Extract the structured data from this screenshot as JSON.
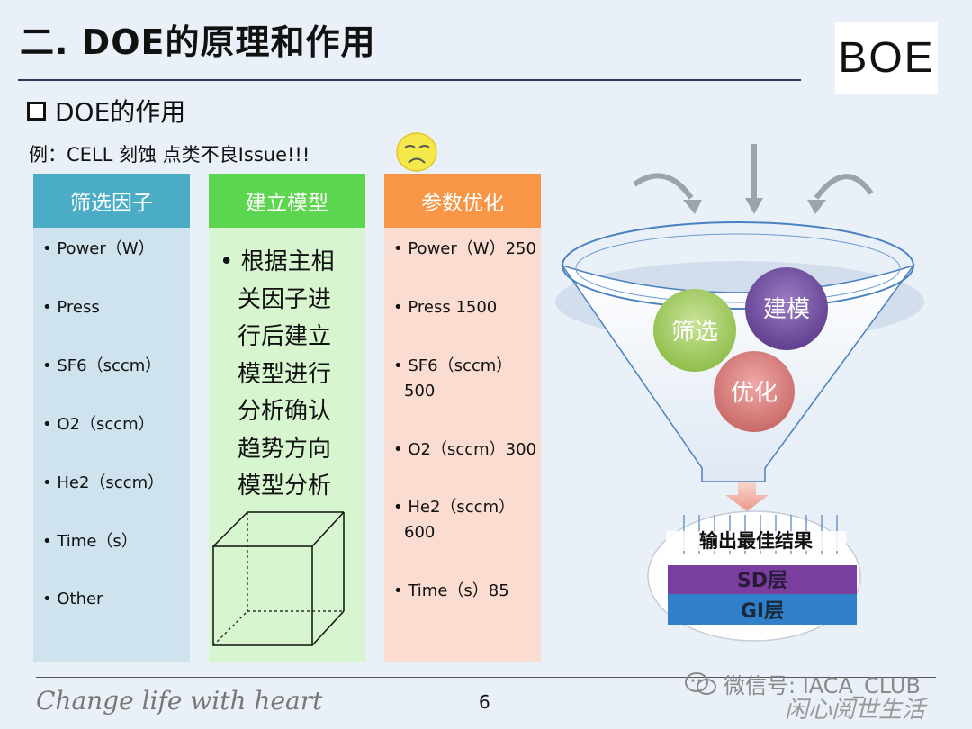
{
  "slide": {
    "title": "二. DOE的原理和作用",
    "logo_text": "BOE",
    "heading": "DOE的作用",
    "example": "例：CELL 刻蚀 点类不良Issue!!!",
    "page_number": "6",
    "slogan": "Change life with heart",
    "wechat": "微信号: IACA_CLUB",
    "signature": "闲心阅世生活"
  },
  "columns": [
    {
      "header": "筛选因子",
      "items": [
        "Power（W）",
        "Press",
        "SF6（sccm）",
        "O2（sccm）",
        "He2（sccm）",
        "Time（s）",
        "Other"
      ]
    },
    {
      "header": "建立模型",
      "lines": [
        "根据主相",
        "关因子进",
        "行后建立",
        "模型进行",
        "分析确认",
        "趋势方向",
        "模型分析"
      ]
    },
    {
      "header": "参数优化",
      "items": [
        {
          "l1": "Power（W）250",
          "l2": ""
        },
        {
          "l1": "Press 1500",
          "l2": ""
        },
        {
          "l1": "SF6（sccm）",
          "l2": "500"
        },
        {
          "l1": "O2（sccm）300",
          "l2": ""
        },
        {
          "l1": "He2（sccm）",
          "l2": "600"
        },
        {
          "l1": "Time（s）85",
          "l2": ""
        }
      ]
    }
  ],
  "funnel": {
    "circle_screen": "筛选",
    "circle_model": "建模",
    "circle_optimize": "优化",
    "output": "输出最佳结果",
    "layer_top": "SD层",
    "layer_bottom": "GI层"
  },
  "colors": {
    "screen_header": "#4bacc6",
    "model_header": "#5cd64e",
    "optimize_header": "#f79646"
  }
}
